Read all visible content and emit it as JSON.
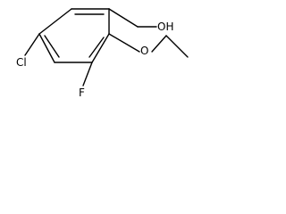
{
  "molecule": {
    "atoms": {
      "oh": "OH",
      "ether_oxygen": "O",
      "chlorine": "Cl",
      "fluorine": "F"
    }
  }
}
